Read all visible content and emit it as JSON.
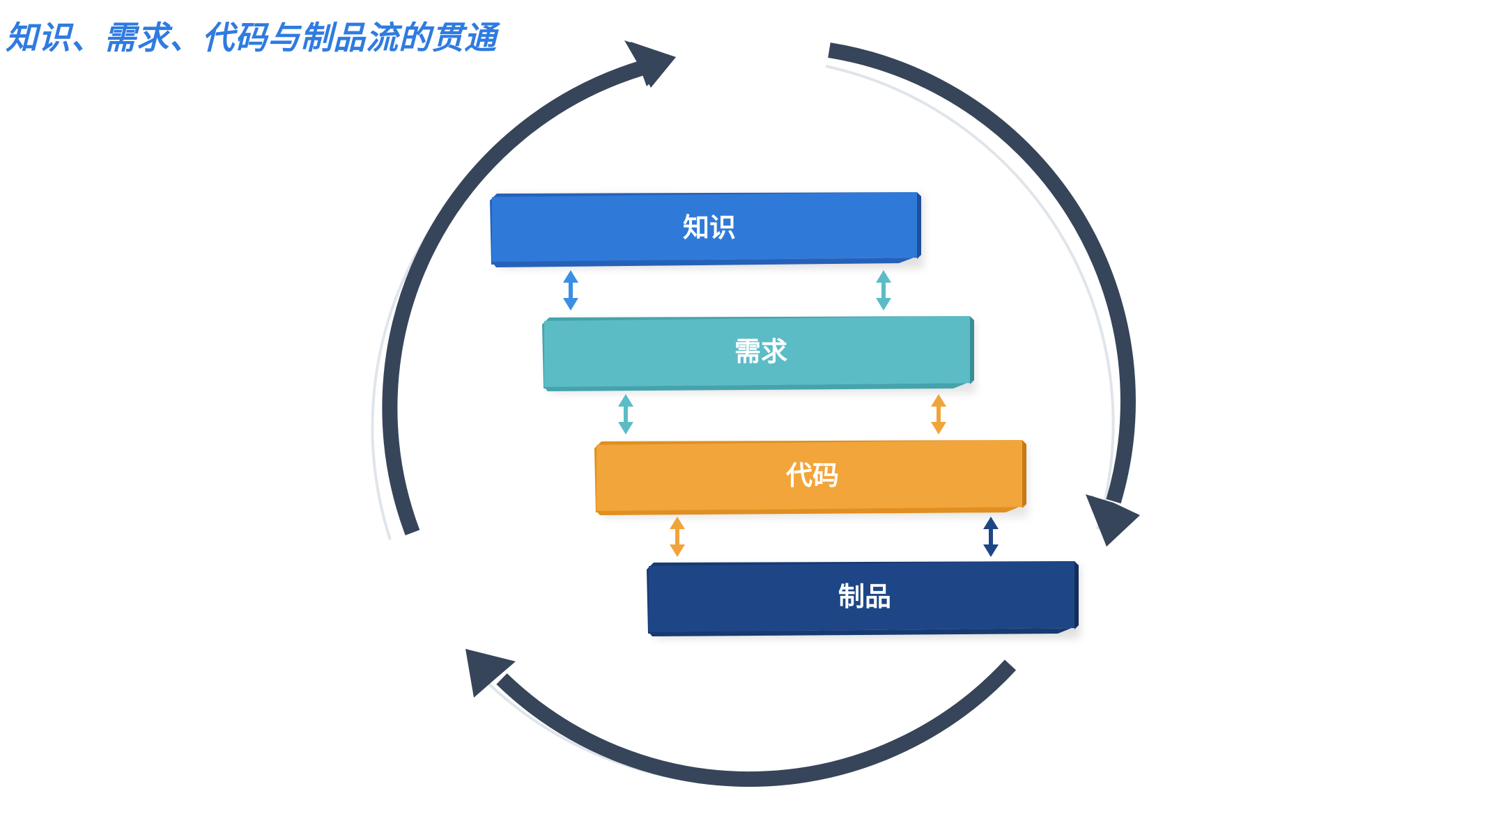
{
  "title": "知识、需求、代码与制品流的贯通",
  "layers": [
    {
      "label": "知识",
      "color": "#2f7ad9",
      "edge": "#2661b8",
      "tip": "#1f4f9c"
    },
    {
      "label": "需求",
      "color": "#5bbcc6",
      "edge": "#45a3ad",
      "tip": "#3a8d96"
    },
    {
      "label": "代码",
      "color": "#f2a53a",
      "edge": "#e08f20",
      "tip": "#c67a12"
    },
    {
      "label": "制品",
      "color": "#1e4687",
      "edge": "#173a72",
      "tip": "#122e5c"
    }
  ],
  "connector_colors": {
    "knowledge_requirement_left": "#3a8fe3",
    "knowledge_requirement_right": "#5bbcc6",
    "requirement_code_left": "#5bbcc6",
    "requirement_code_right": "#f0a43a",
    "code_artifact_left": "#f0a43a",
    "code_artifact_right": "#1e4687"
  },
  "cycle_arrow_color": "#364559"
}
